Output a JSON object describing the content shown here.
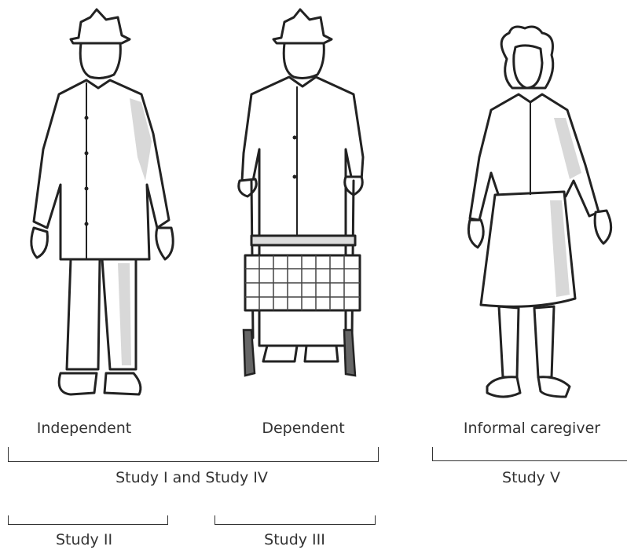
{
  "figures": [
    {
      "label": "Independent",
      "icon": "elderly-man-icon"
    },
    {
      "label": "Dependent",
      "icon": "elderly-man-with-walker-icon"
    },
    {
      "label": "Informal caregiver",
      "icon": "woman-caregiver-icon"
    }
  ],
  "studies": {
    "study_1_4": "Study I and Study IV",
    "study_5": "Study V",
    "study_2": "Study II",
    "study_3": "Study III"
  }
}
